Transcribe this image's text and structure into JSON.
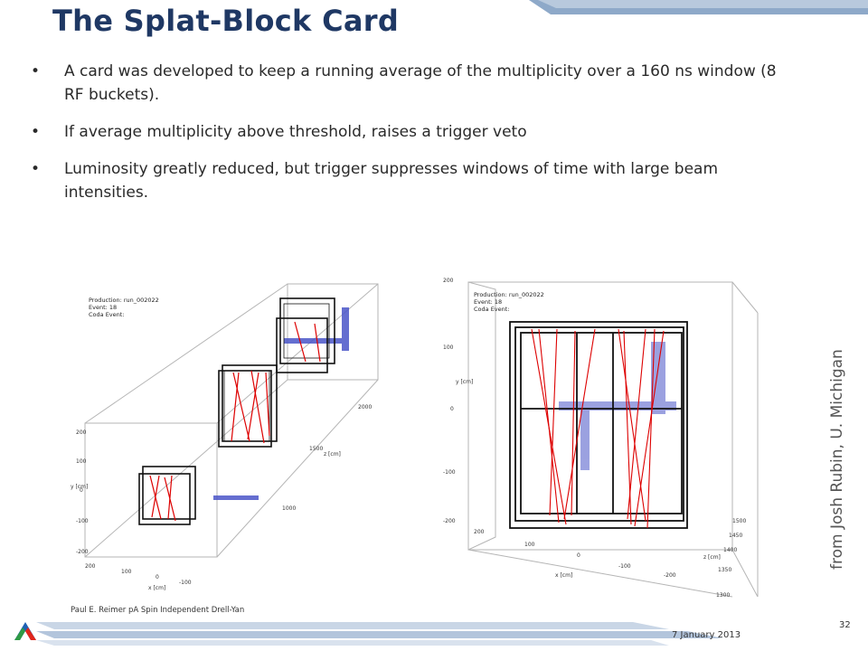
{
  "slide": {
    "title": "The Splat-Block Card",
    "bullets": [
      "A card was developed to keep a running average of the multiplicity over a 160 ns window (8 RF buckets).",
      "If average multiplicity above threshold, raises a trigger veto",
      "Luminosity greatly reduced, but trigger suppresses windows of time with large beam intensities."
    ],
    "bullet_glyph": "•",
    "credit": "from Josh Rubin, U. Michigan",
    "footer_left": "Paul E. Reimer pA Spin Independent Drell-Yan",
    "footer_date": "7 January 2013",
    "page_number": "32"
  },
  "left_figure": {
    "info_production": "Production: run_002022",
    "info_event": "Event: 18",
    "info_coda": "Coda Event:",
    "y_label": "y [cm]",
    "z_label": "z [cm]",
    "x_label": "x [cm]",
    "y_ticks": [
      "200",
      "100",
      "0",
      "-100",
      "-200"
    ],
    "z_ticks": [
      "2000",
      "1500",
      "1000"
    ],
    "x_ticks": [
      "200",
      "100",
      "0",
      "-100"
    ]
  },
  "right_figure": {
    "info_production": "Production: run_002022",
    "info_event": "Event: 18",
    "info_coda": "Coda Event:",
    "y_label": "y [cm]",
    "z_label": "z [cm]",
    "x_label": "x [cm]",
    "y_ticks": [
      "200",
      "100",
      "0",
      "-100",
      "-200"
    ],
    "z_ticks": [
      "1500",
      "1450",
      "1400",
      "1350",
      "1300"
    ],
    "x_ticks": [
      "200",
      "100",
      "0",
      "-100",
      "-200"
    ]
  },
  "colors": {
    "title": "#1f3864",
    "band_blue": "#8aa6c8",
    "track_red": "#dd0000",
    "hit_blue": "#4a55c8"
  }
}
